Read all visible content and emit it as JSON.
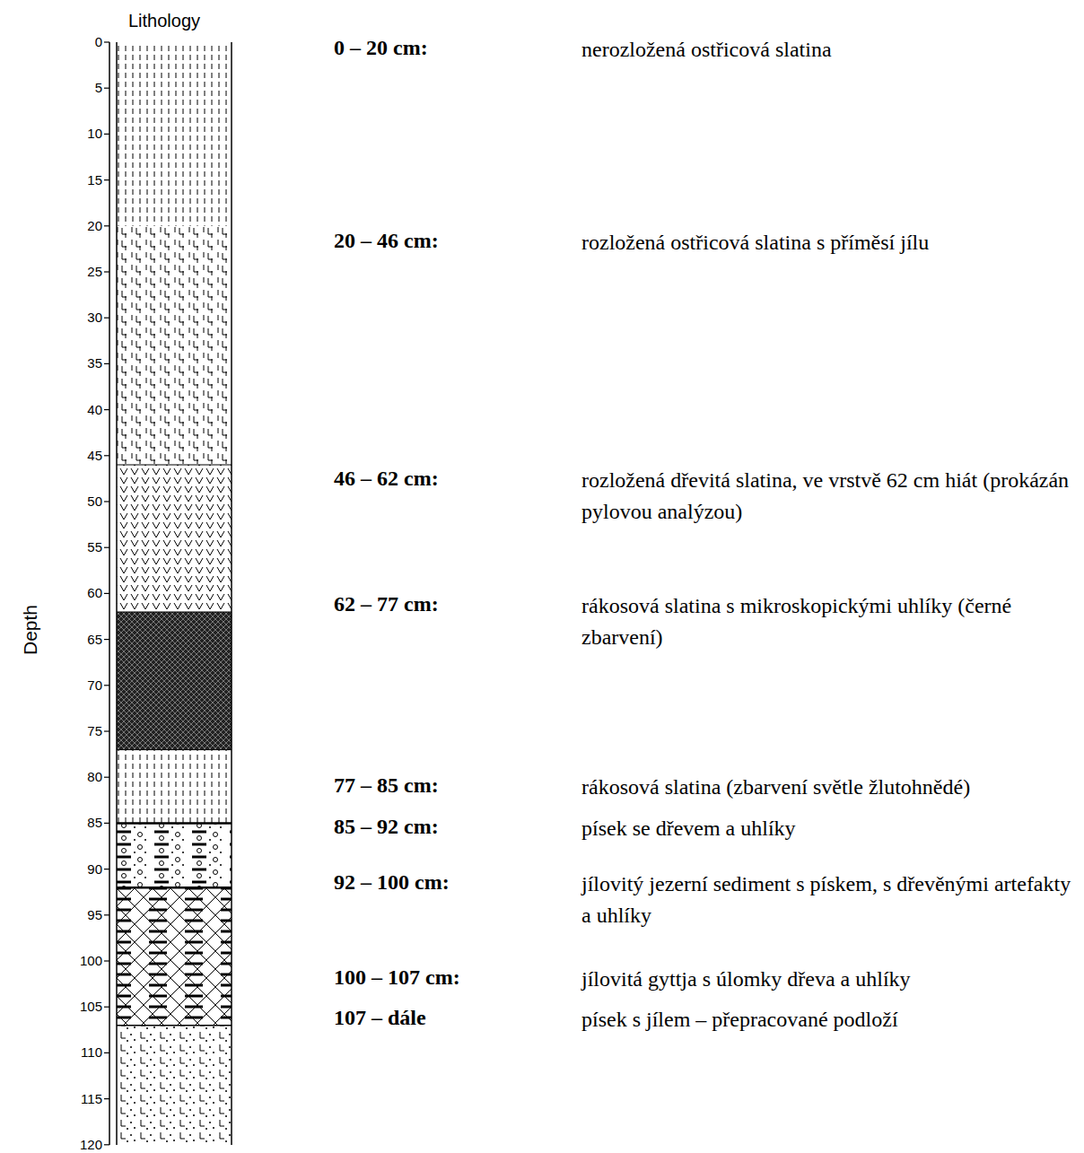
{
  "diagram": {
    "labels": [
      "Lithology",
      "Depth",
      "0",
      "5",
      "10",
      "15",
      "20",
      "25",
      "30",
      "35",
      "40",
      "45",
      "50",
      "55",
      "60",
      "65",
      "70",
      "75",
      "80",
      "85",
      "90",
      "95",
      "100",
      "105",
      "110",
      "115",
      "120",
      "0 – 20 cm:",
      "nerozložená ostřicová slatina",
      "20 – 46 cm:",
      "rozložená ostřicová slatina s příměsí jílu",
      "46 – 62 cm:",
      "rozložená dřevitá slatina, ve vrstvě 62 cm hiát (prokázán pylovou analýzou)",
      "62 – 77 cm:",
      "rákosová slatina s mikroskopickými uhlíky (černé zbarvení)",
      "77 – 85 cm:",
      "rákosová slatina (zbarvení světle žlutohnědé)",
      "85 – 92 cm:",
      "písek se dřevem a uhlíky",
      "92 – 100 cm:",
      "jílovitý jezerní sediment s pískem, s dřevěnými artefakty a uhlíky",
      "100 – 107 cm:",
      "jílovitá gyttja s úlomky dřeva a uhlíky",
      "107 – dále",
      "písek s jílem – přepracované podloží"
    ]
  }
}
